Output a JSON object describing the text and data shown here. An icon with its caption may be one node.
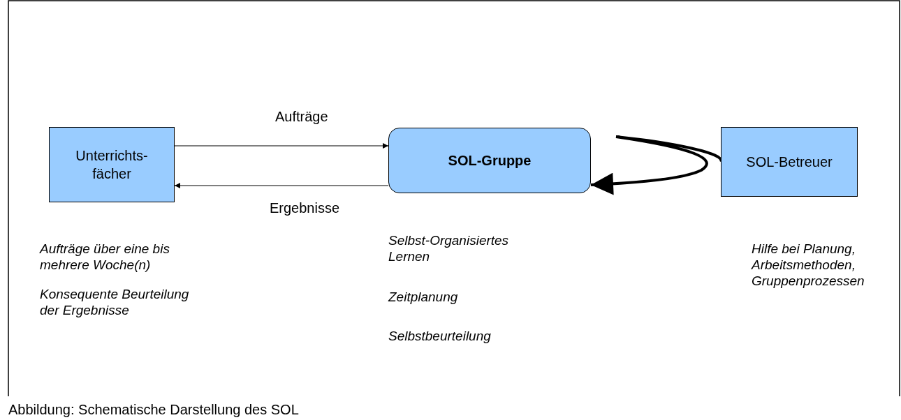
{
  "diagram": {
    "caption": "Abbildung: Schematische Darstellung des SOL",
    "nodes": [
      {
        "text": [
          "Unterrichts- fächer"
        ],
        "beside": [
          "Aufträge über eine bis mehrere Woche(n)",
          "Konsequente Beurteilung der Ergebnisse"
        ]
      },
      {
        "text": [
          "SOL-Gruppe"
        ],
        "beside": [
          "Selbst-Organisiertes Lernen",
          "Zeitplanung",
          "Selbstbeurteilung"
        ]
      },
      {
        "text": [
          "SOL-Betreuer"
        ],
        "beside": [
          "Hilfe bei Planung, Arbeitsmethoden, Gruppenprozessen"
        ]
      }
    ],
    "edges": [
      {
        "from": 0,
        "to": 1,
        "arrow": "to",
        "label": "Aufträge"
      },
      {
        "from": 1,
        "to": 0,
        "arrow": "to",
        "label": "Ergebnisse"
      },
      {
        "from": 2,
        "to": 1,
        "arrow": "to",
        "style": "thick"
      }
    ]
  }
}
